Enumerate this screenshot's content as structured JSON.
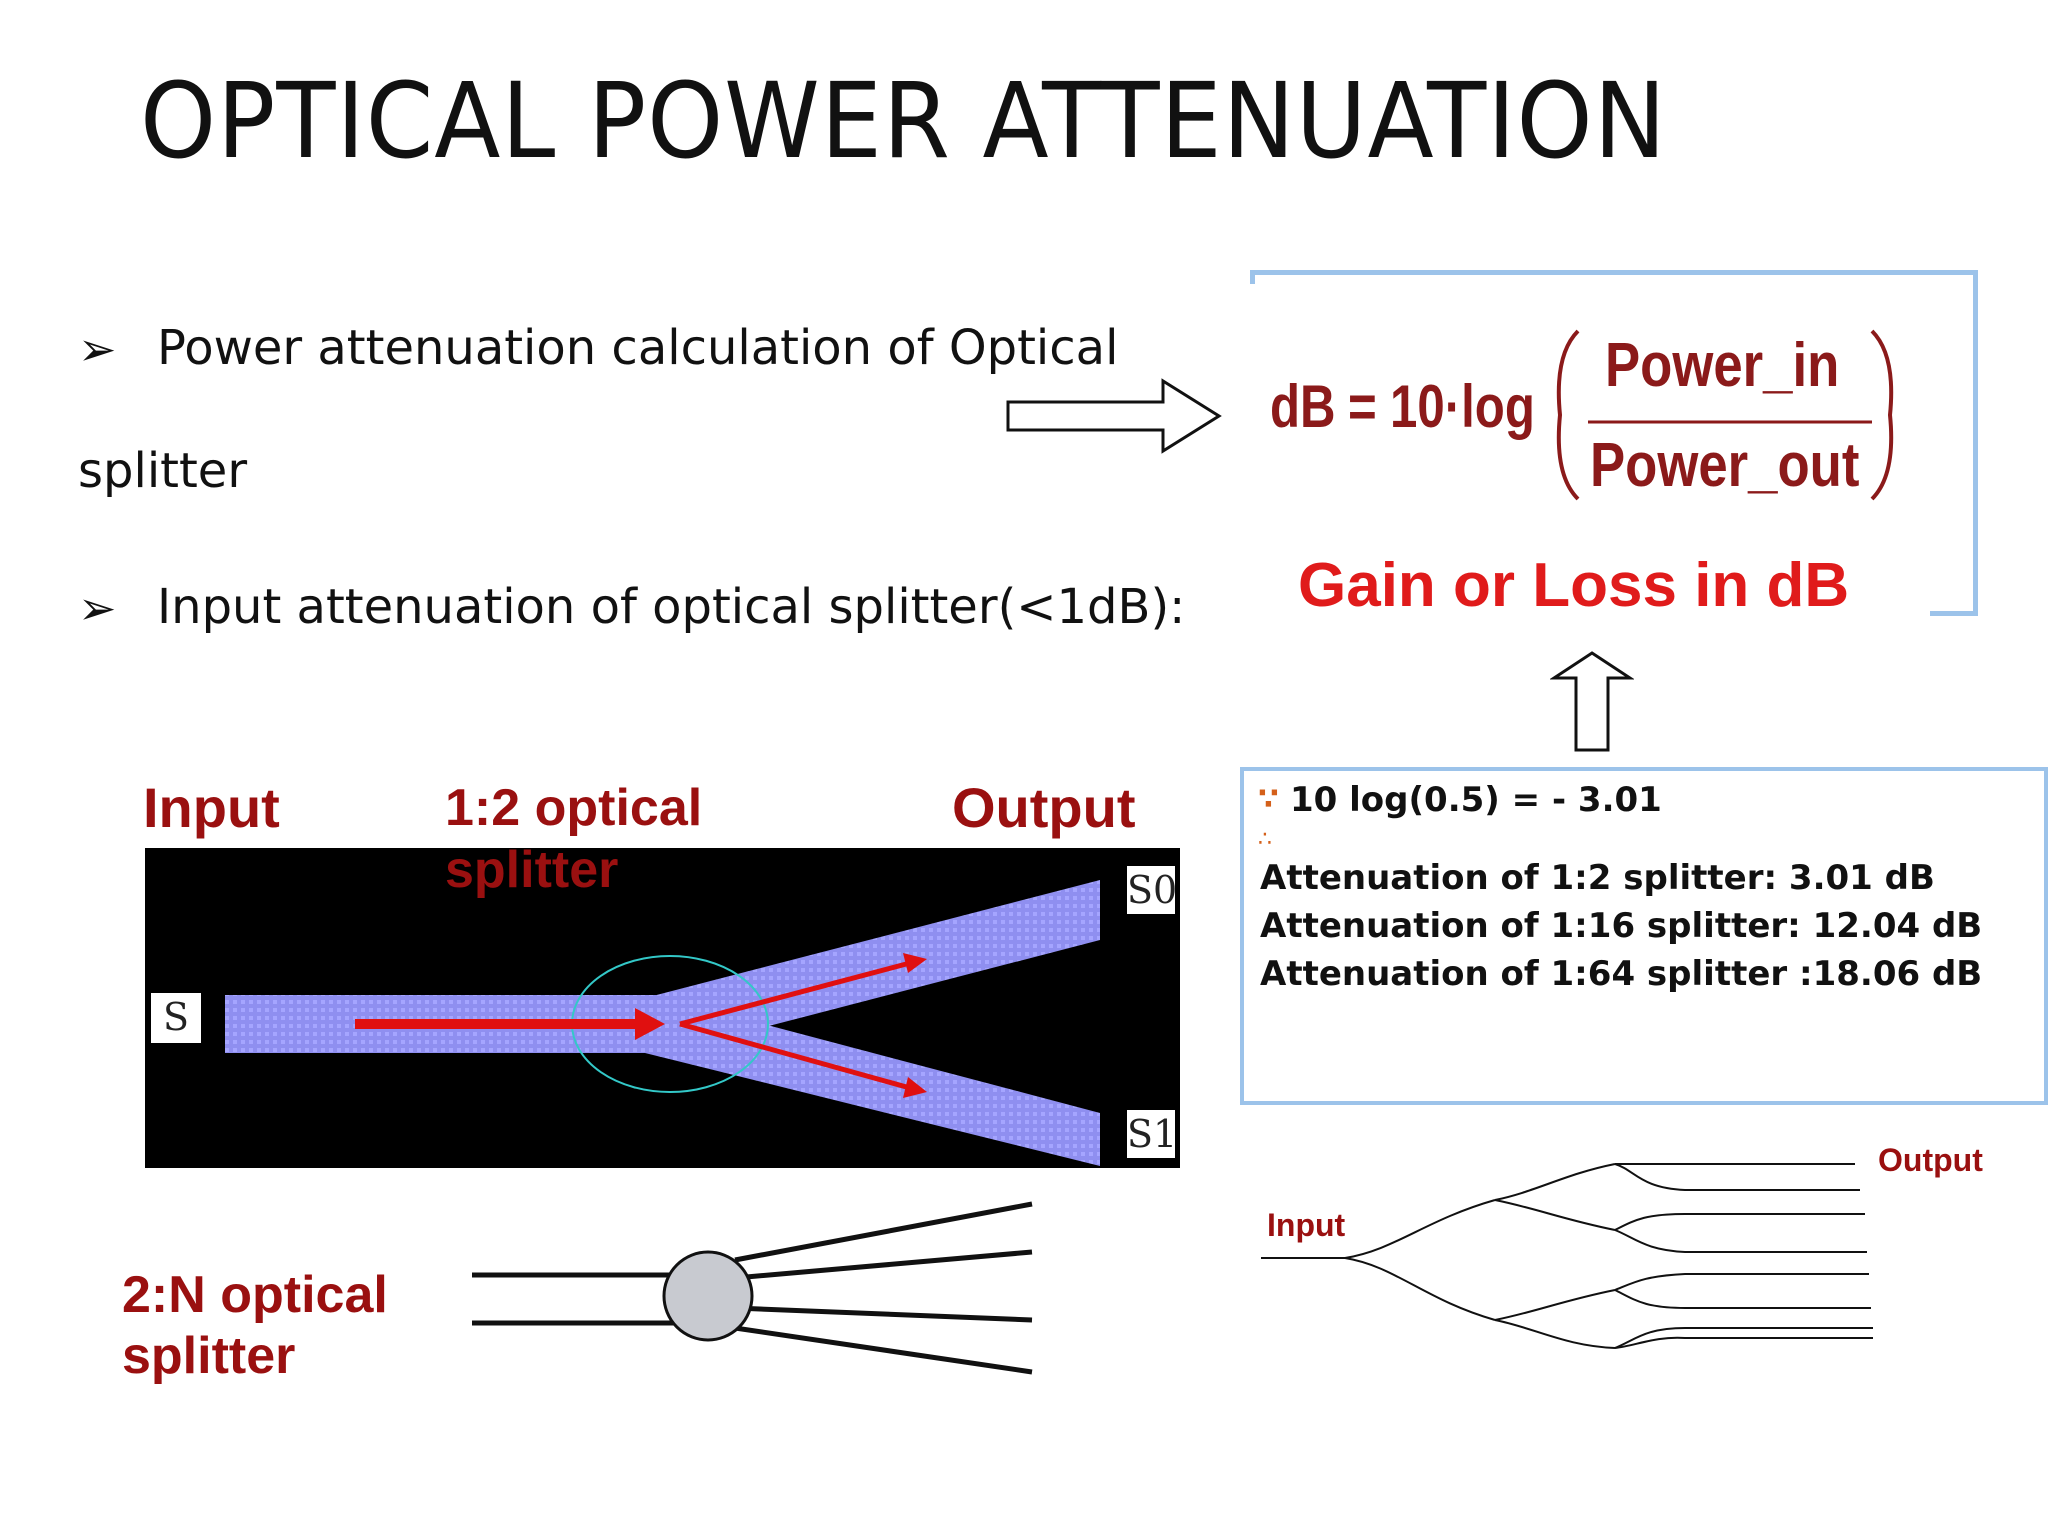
{
  "slide": {
    "title": "OPTICAL POWER ATTENUATION",
    "bullets": [
      {
        "marker": "➢",
        "line1": "Power attenuation calculation of Optical",
        "line2": "splitter"
      },
      {
        "marker": "➢",
        "line1": "Input attenuation of optical splitter(<1dB):"
      }
    ]
  },
  "formula": {
    "lhs": "dB",
    "equals": "=",
    "coef": "10·log",
    "numerator": "Power_in",
    "denominator": "Power_out",
    "caption": "Gain or Loss in dB"
  },
  "calculation": {
    "because_symbol": "∵",
    "therefore_symbol": "∴",
    "line1": "10 log(0.5) = - 3.01",
    "line2": "Attenuation of 1:2 splitter: 3.01 dB",
    "line3": "Attenuation of 1:16 splitter: 12.04 dB",
    "line4": "Attenuation of 1:64 splitter :18.06 dB"
  },
  "splitter_1x2": {
    "input_label": "Input",
    "title_line1": "1:2  optical",
    "title_line2": "splitter",
    "output_label": "Output",
    "port_in": "S",
    "port_out0": "S0",
    "port_out1": "S1"
  },
  "splitter_2xN": {
    "label_line1": "2:N  optical",
    "label_line2": "splitter"
  },
  "tree_diagram": {
    "input_label": "Input",
    "output_label": "Output"
  },
  "colors": {
    "accent_red": "#9a1010",
    "caption_red": "#e01b1b",
    "box_border": "#9cc3ea",
    "waveguide": "#8f8ff0",
    "arrow_red": "#e01010"
  }
}
